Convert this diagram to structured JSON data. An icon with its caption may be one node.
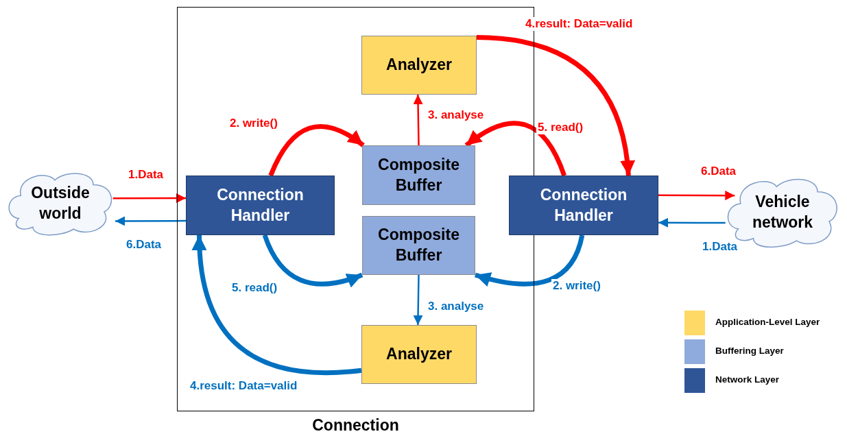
{
  "diagram": {
    "nodes": [
      {
        "text": [
          "Connection"
        ]
      },
      {
        "text": [
          "Analyzer"
        ],
        "in": 0
      },
      {
        "text": [
          "Composite Buffer"
        ],
        "in": 0
      },
      {
        "text": [
          "Connection Handler"
        ],
        "in": 0
      },
      {
        "text": [
          "Connection Handler"
        ]
      },
      {
        "text": [
          "Composite Buffer"
        ],
        "in": 0
      },
      {
        "text": [
          "Analyzer"
        ],
        "in": 0
      },
      {
        "text": [
          "Outside world"
        ]
      },
      {
        "text": [
          "Vehicle network"
        ]
      }
    ],
    "edges": [
      {
        "from": 7,
        "to": 3,
        "arrow": "to",
        "label": "1.Data",
        "color": "#ff0000"
      },
      {
        "from": 3,
        "to": 2,
        "arrow": "to",
        "label": "2. write()",
        "style": "thick",
        "color": "#ff0000"
      },
      {
        "from": 2,
        "to": 1,
        "arrow": "to",
        "label": "3. analyse",
        "color": "#ff0000"
      },
      {
        "from": 1,
        "to": 4,
        "arrow": "to",
        "label": "4.result: Data=valid",
        "style": "thick",
        "color": "#ff0000"
      },
      {
        "from": 4,
        "to": 2,
        "arrow": "to",
        "label": "5. read()",
        "style": "thick",
        "color": "#ff0000"
      },
      {
        "from": 4,
        "to": 8,
        "arrow": "to",
        "label": "6.Data",
        "color": "#ff0000"
      },
      {
        "from": 8,
        "to": 4,
        "arrow": "to",
        "label": "1.Data",
        "color": "#0070c0"
      },
      {
        "from": 4,
        "to": 5,
        "arrow": "to",
        "label": "2. write()",
        "style": "thick",
        "color": "#0070c0"
      },
      {
        "from": 5,
        "to": 6,
        "arrow": "to",
        "label": "3. analyse",
        "color": "#0070c0"
      },
      {
        "from": 6,
        "to": 3,
        "arrow": "to",
        "label": "4.result: Data=valid",
        "style": "thick",
        "color": "#0070c0"
      },
      {
        "from": 3,
        "to": 5,
        "arrow": "to",
        "label": "5. read()",
        "style": "thick",
        "color": "#0070c0"
      },
      {
        "from": 3,
        "to": 7,
        "arrow": "to",
        "label": "6.Data",
        "color": "#0070c0"
      }
    ],
    "legend": [
      {
        "text": "Application-Level Layer",
        "color": "#ffd966"
      },
      {
        "text": "Buffering Layer",
        "color": "#8faadc"
      },
      {
        "text": "Network Layer",
        "color": "#2f5597"
      }
    ]
  }
}
